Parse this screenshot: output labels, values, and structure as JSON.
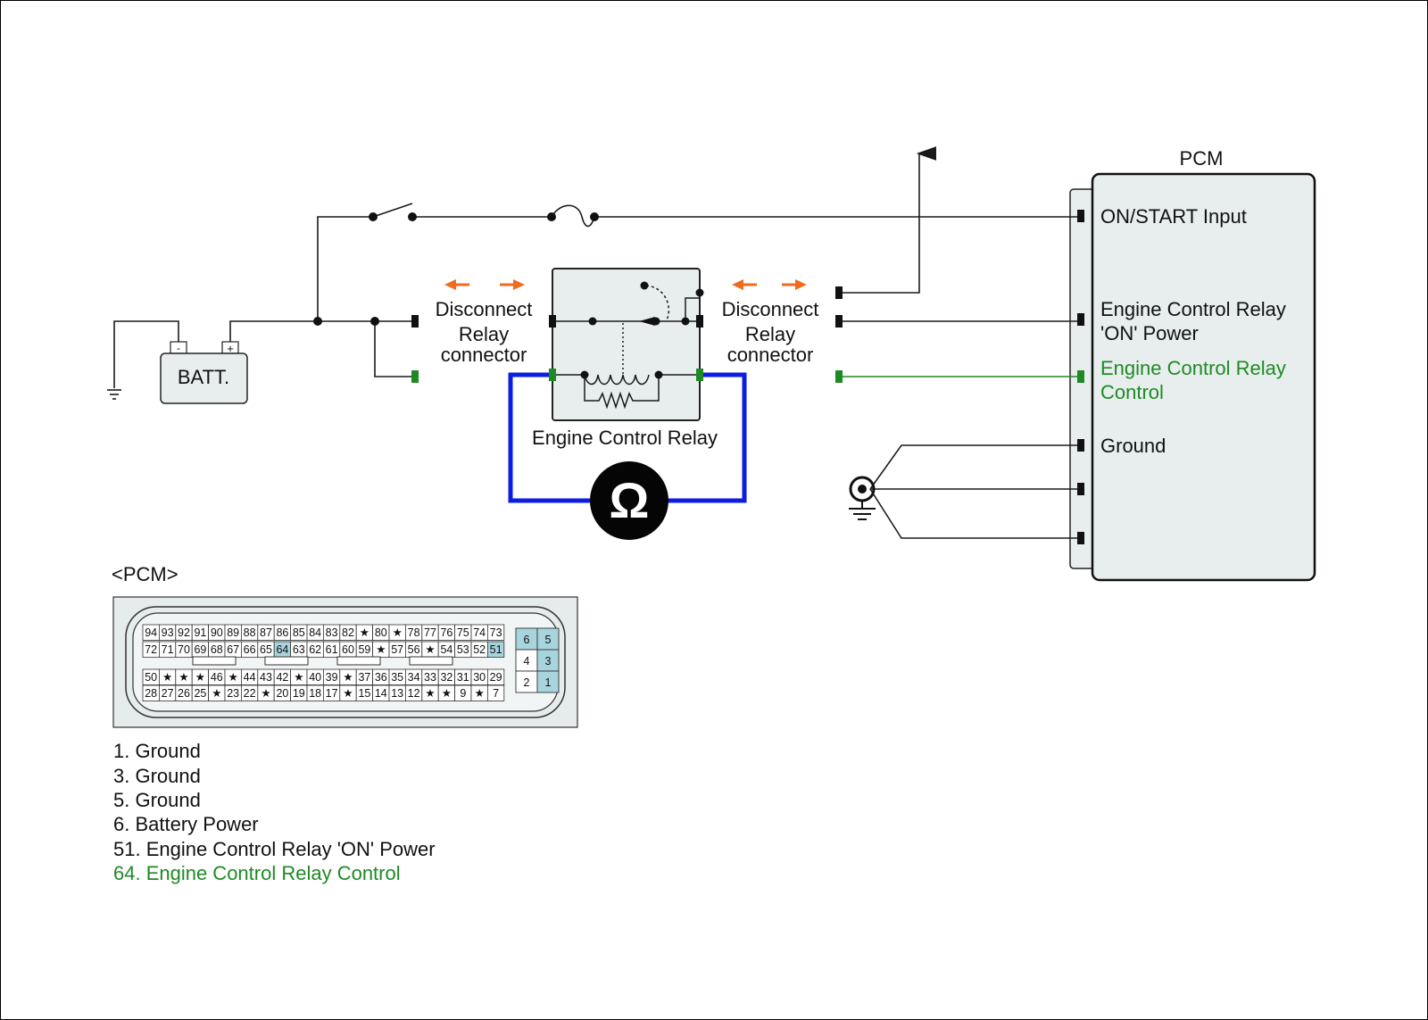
{
  "labels": {
    "pcm_title": "PCM",
    "on_start_input": "ON/START Input",
    "ecr_on_power_1": "Engine Control Relay",
    "ecr_on_power_2": "'ON' Power",
    "ecr_control_1": "Engine Control Relay",
    "ecr_control_2": "Control",
    "ground": "Ground",
    "batt": "BATT.",
    "batt_minus": "-",
    "batt_plus": "+",
    "disconnect_left_1": "Disconnect",
    "disconnect_left_2": "Relay",
    "disconnect_left_3": "connector",
    "disconnect_right_1": "Disconnect",
    "disconnect_right_2": "Relay",
    "disconnect_right_3": "connector",
    "relay_name": "Engine Control Relay",
    "ohm_symbol": "Ω",
    "pcm_connector_title": "<PCM>"
  },
  "connector": {
    "row1": [
      "94",
      "93",
      "92",
      "91",
      "90",
      "89",
      "88",
      "87",
      "86",
      "85",
      "84",
      "83",
      "82",
      "★",
      "80",
      "★",
      "78",
      "77",
      "76",
      "75",
      "74",
      "73"
    ],
    "row2": [
      "72",
      "71",
      "70",
      "69",
      "68",
      "67",
      "66",
      "65",
      "64",
      "63",
      "62",
      "61",
      "60",
      "59",
      "★",
      "57",
      "56",
      "★",
      "54",
      "53",
      "52",
      "51"
    ],
    "row3": [
      "50",
      "★",
      "★",
      "★",
      "46",
      "★",
      "44",
      "43",
      "42",
      "★",
      "40",
      "39",
      "★",
      "37",
      "36",
      "35",
      "34",
      "33",
      "32",
      "31",
      "30",
      "29"
    ],
    "row4": [
      "28",
      "27",
      "26",
      "25",
      "★",
      "23",
      "22",
      "★",
      "20",
      "19",
      "18",
      "17",
      "★",
      "15",
      "14",
      "13",
      "12",
      "★",
      "★",
      "9",
      "★",
      "7"
    ],
    "small_pins": [
      "6",
      "5",
      "4",
      "3",
      "2",
      "1"
    ]
  },
  "pin_legend": [
    "1. Ground",
    "3. Ground",
    "5. Ground",
    "6. Battery Power",
    "51. Engine Control Relay 'ON' Power",
    "64. Engine Control Relay Control"
  ],
  "colors": {
    "wire": "#1a1a1a",
    "control_green": "#1e8a24",
    "meter_loop": "#0a1de0",
    "arrow_orange": "#f26a1b",
    "relay_fill": "#e8eeee",
    "pin_highlight": "#a8d4de",
    "connector_fill": "#e6ecec"
  }
}
